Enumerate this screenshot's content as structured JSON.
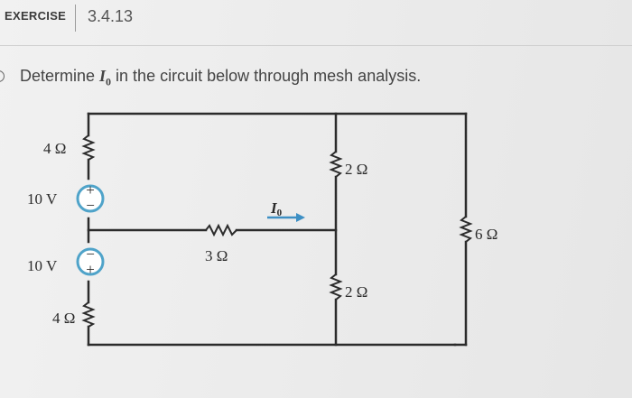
{
  "header": {
    "exercise_label": "EXERCISE",
    "exercise_number": "3.4.13"
  },
  "question": {
    "prefix": "Determine ",
    "symbol": "I",
    "subscript": "0",
    "suffix": " in the circuit below through mesh analysis."
  },
  "circuit": {
    "left_top_resistor": "4 Ω",
    "left_top_source": "10 V",
    "left_bottom_source": "10 V",
    "left_bottom_resistor": "4 Ω",
    "middle_resistor": "3 Ω",
    "current_label": "I",
    "current_subscript": "0",
    "right_top_resistor": "2 Ω",
    "right_bottom_resistor": "2 Ω",
    "far_right_resistor": "6 Ω",
    "plus_sign": "+",
    "minus_sign": "−",
    "wire_color": "#2b2b2b",
    "source_color": "#4fa3c9",
    "arrow_color": "#3d8fc4"
  }
}
